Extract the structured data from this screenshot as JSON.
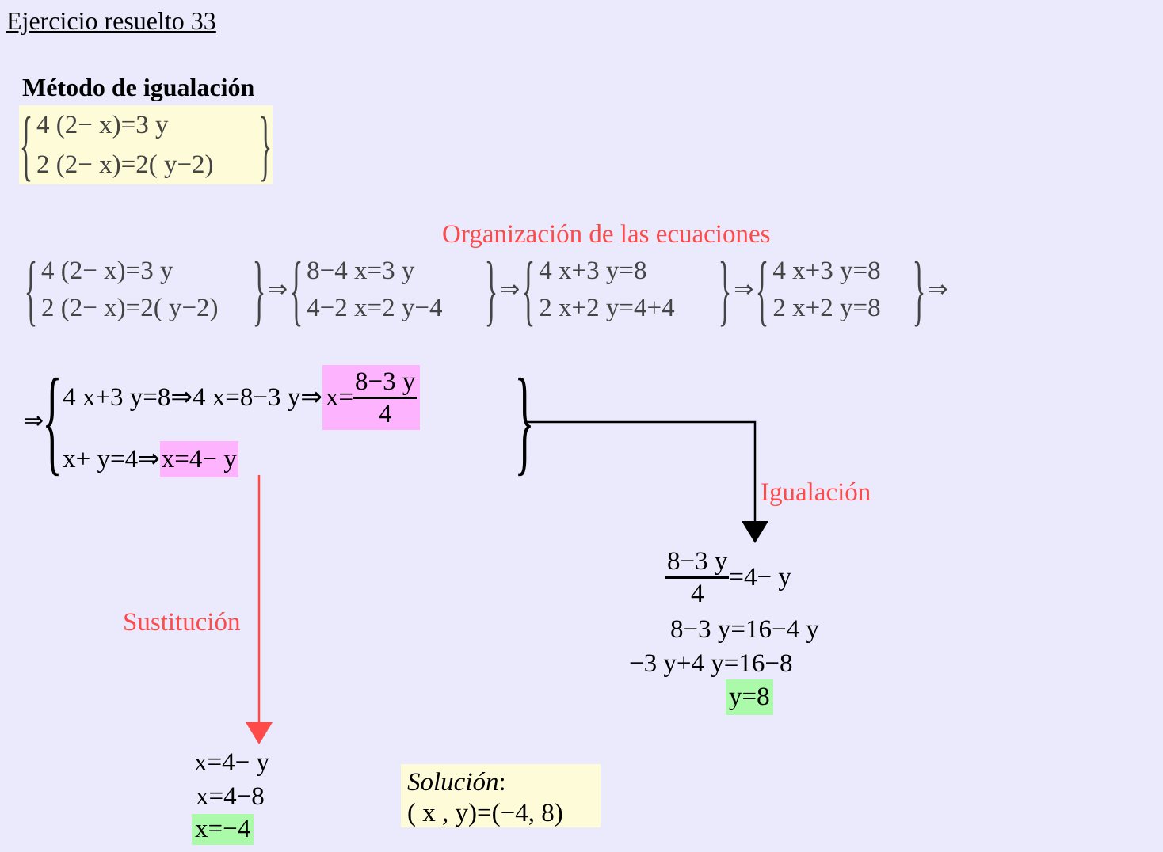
{
  "title": "Ejercicio resuelto 33",
  "heading": "Método de igualación",
  "system": [
    "4 (2− x)=3 y",
    "2 (2− x)=2( y−2)"
  ],
  "labels": {
    "organization": "Organización de las ecuaciones",
    "equalization": "Igualación",
    "substitution": "Sustitución"
  },
  "arrow": "⇒",
  "organization_steps": [
    [
      "4 (2− x)=3 y",
      "2 (2− x)=2( y−2)"
    ],
    [
      "8−4 x=3 y",
      "4−2 x=2 y−4"
    ],
    [
      "4 x+3 y=8",
      "2 x+2 y=4+4"
    ],
    [
      "4 x+3 y=8",
      "2 x+2 y=8"
    ]
  ],
  "isolation": {
    "line1": "4 x+3 y=8⇒4 x=8−3 y⇒",
    "line1_result_lhs": "x=",
    "line1_result_num": "8−3 y",
    "line1_result_den": "4",
    "line2": "x+ y=4⇒",
    "line2_result": "x=4− y"
  },
  "equalization": {
    "frac_num": "8−3 y",
    "frac_den": "4",
    "rhs": "=4− y",
    "steps": [
      "8−3 y=16−4 y",
      "−3 y+4 y=16−8"
    ],
    "result": "y=8"
  },
  "substitution": {
    "steps": [
      "x=4− y",
      "x=4−8"
    ],
    "result": "x=−4"
  },
  "solution": {
    "label": "Solución",
    "colon": ":",
    "value": "( x ,  y)=(−4, 8)"
  },
  "colors": {
    "background": "#eaeafc",
    "label_red": "#ff4a4a",
    "highlight_pink": "#feb3fe",
    "highlight_green": "#aafaaa",
    "highlight_yellow": "#fefcd8"
  }
}
